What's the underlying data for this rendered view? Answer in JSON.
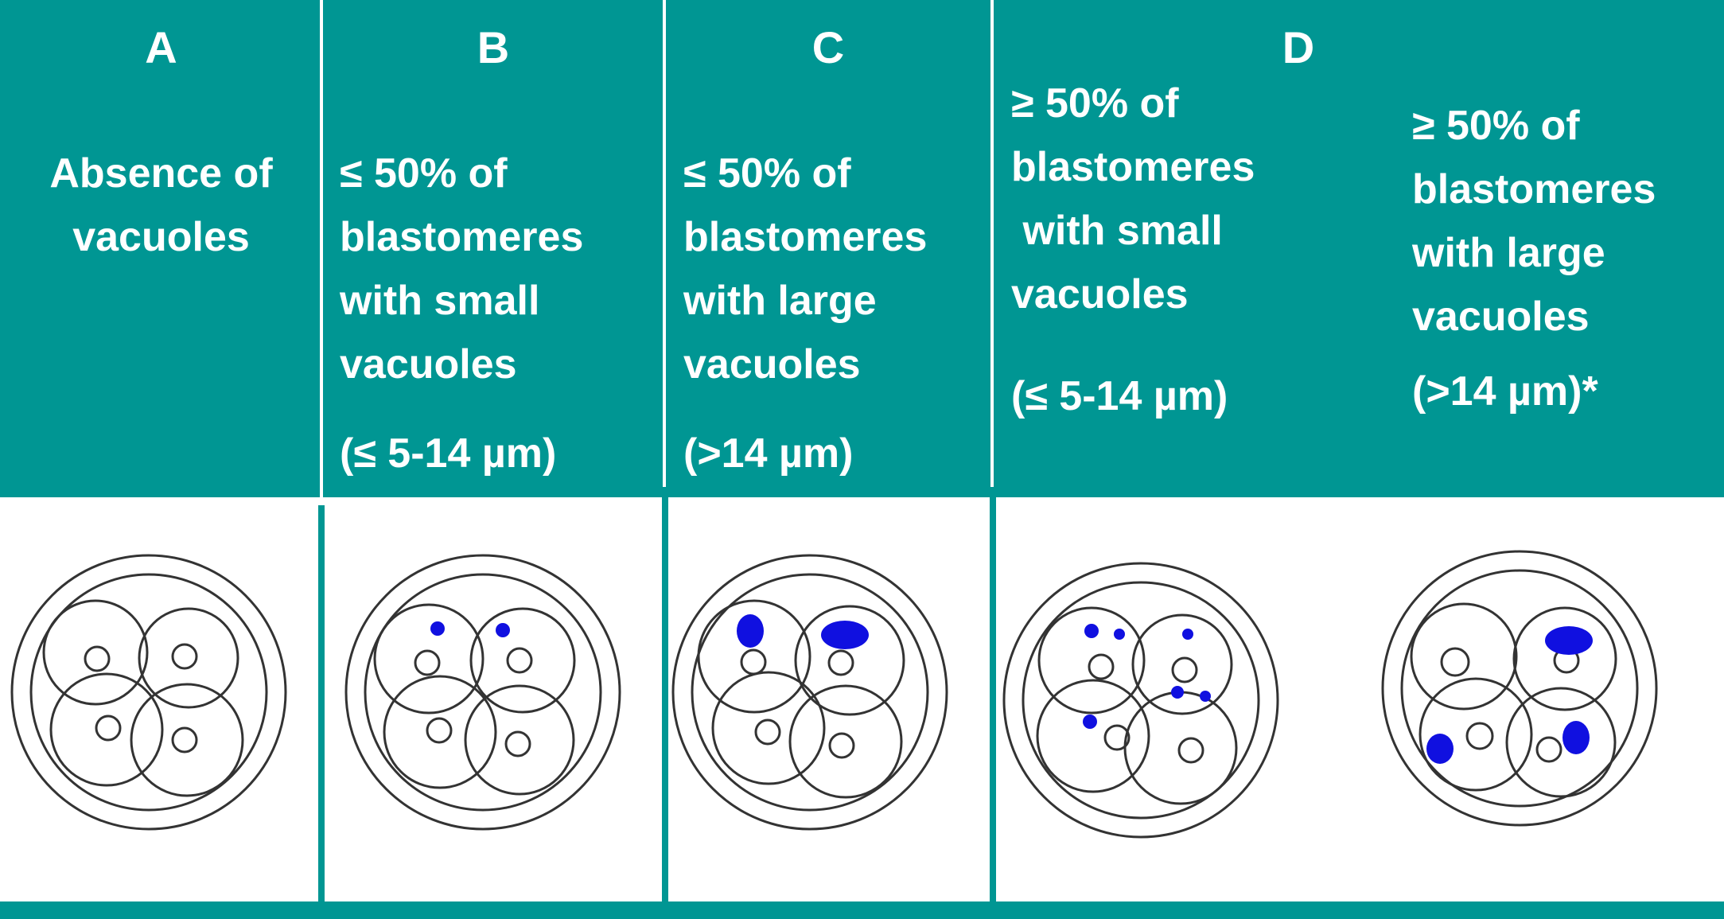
{
  "columns": [
    {
      "letter": "A",
      "lines": [
        "Absence of",
        "vacuoles"
      ]
    },
    {
      "letter": "B",
      "lines": [
        "≤ 50% of",
        "blastomeres",
        "with small",
        "vacuoles"
      ],
      "size": "(≤ 5-14 µm)"
    },
    {
      "letter": "C",
      "lines": [
        "≤ 50% of",
        "blastomeres",
        "with large",
        "vacuoles"
      ],
      "size": "(>14 µm)"
    },
    {
      "letter": "D",
      "sub": [
        {
          "lines": [
            "≥ 50% of",
            "blastomeres",
            " with small",
            "vacuoles"
          ],
          "size": "(≤ 5-14 µm)"
        },
        {
          "lines": [
            "≥ 50% of",
            "blastomeres",
            "with large",
            "vacuoles"
          ],
          "size": "(>14 µm)*"
        }
      ]
    }
  ],
  "colors": {
    "header_bg": "#009693",
    "header_text": "#ffffff",
    "vacuole": "#1010e0",
    "outline": "#333333"
  }
}
